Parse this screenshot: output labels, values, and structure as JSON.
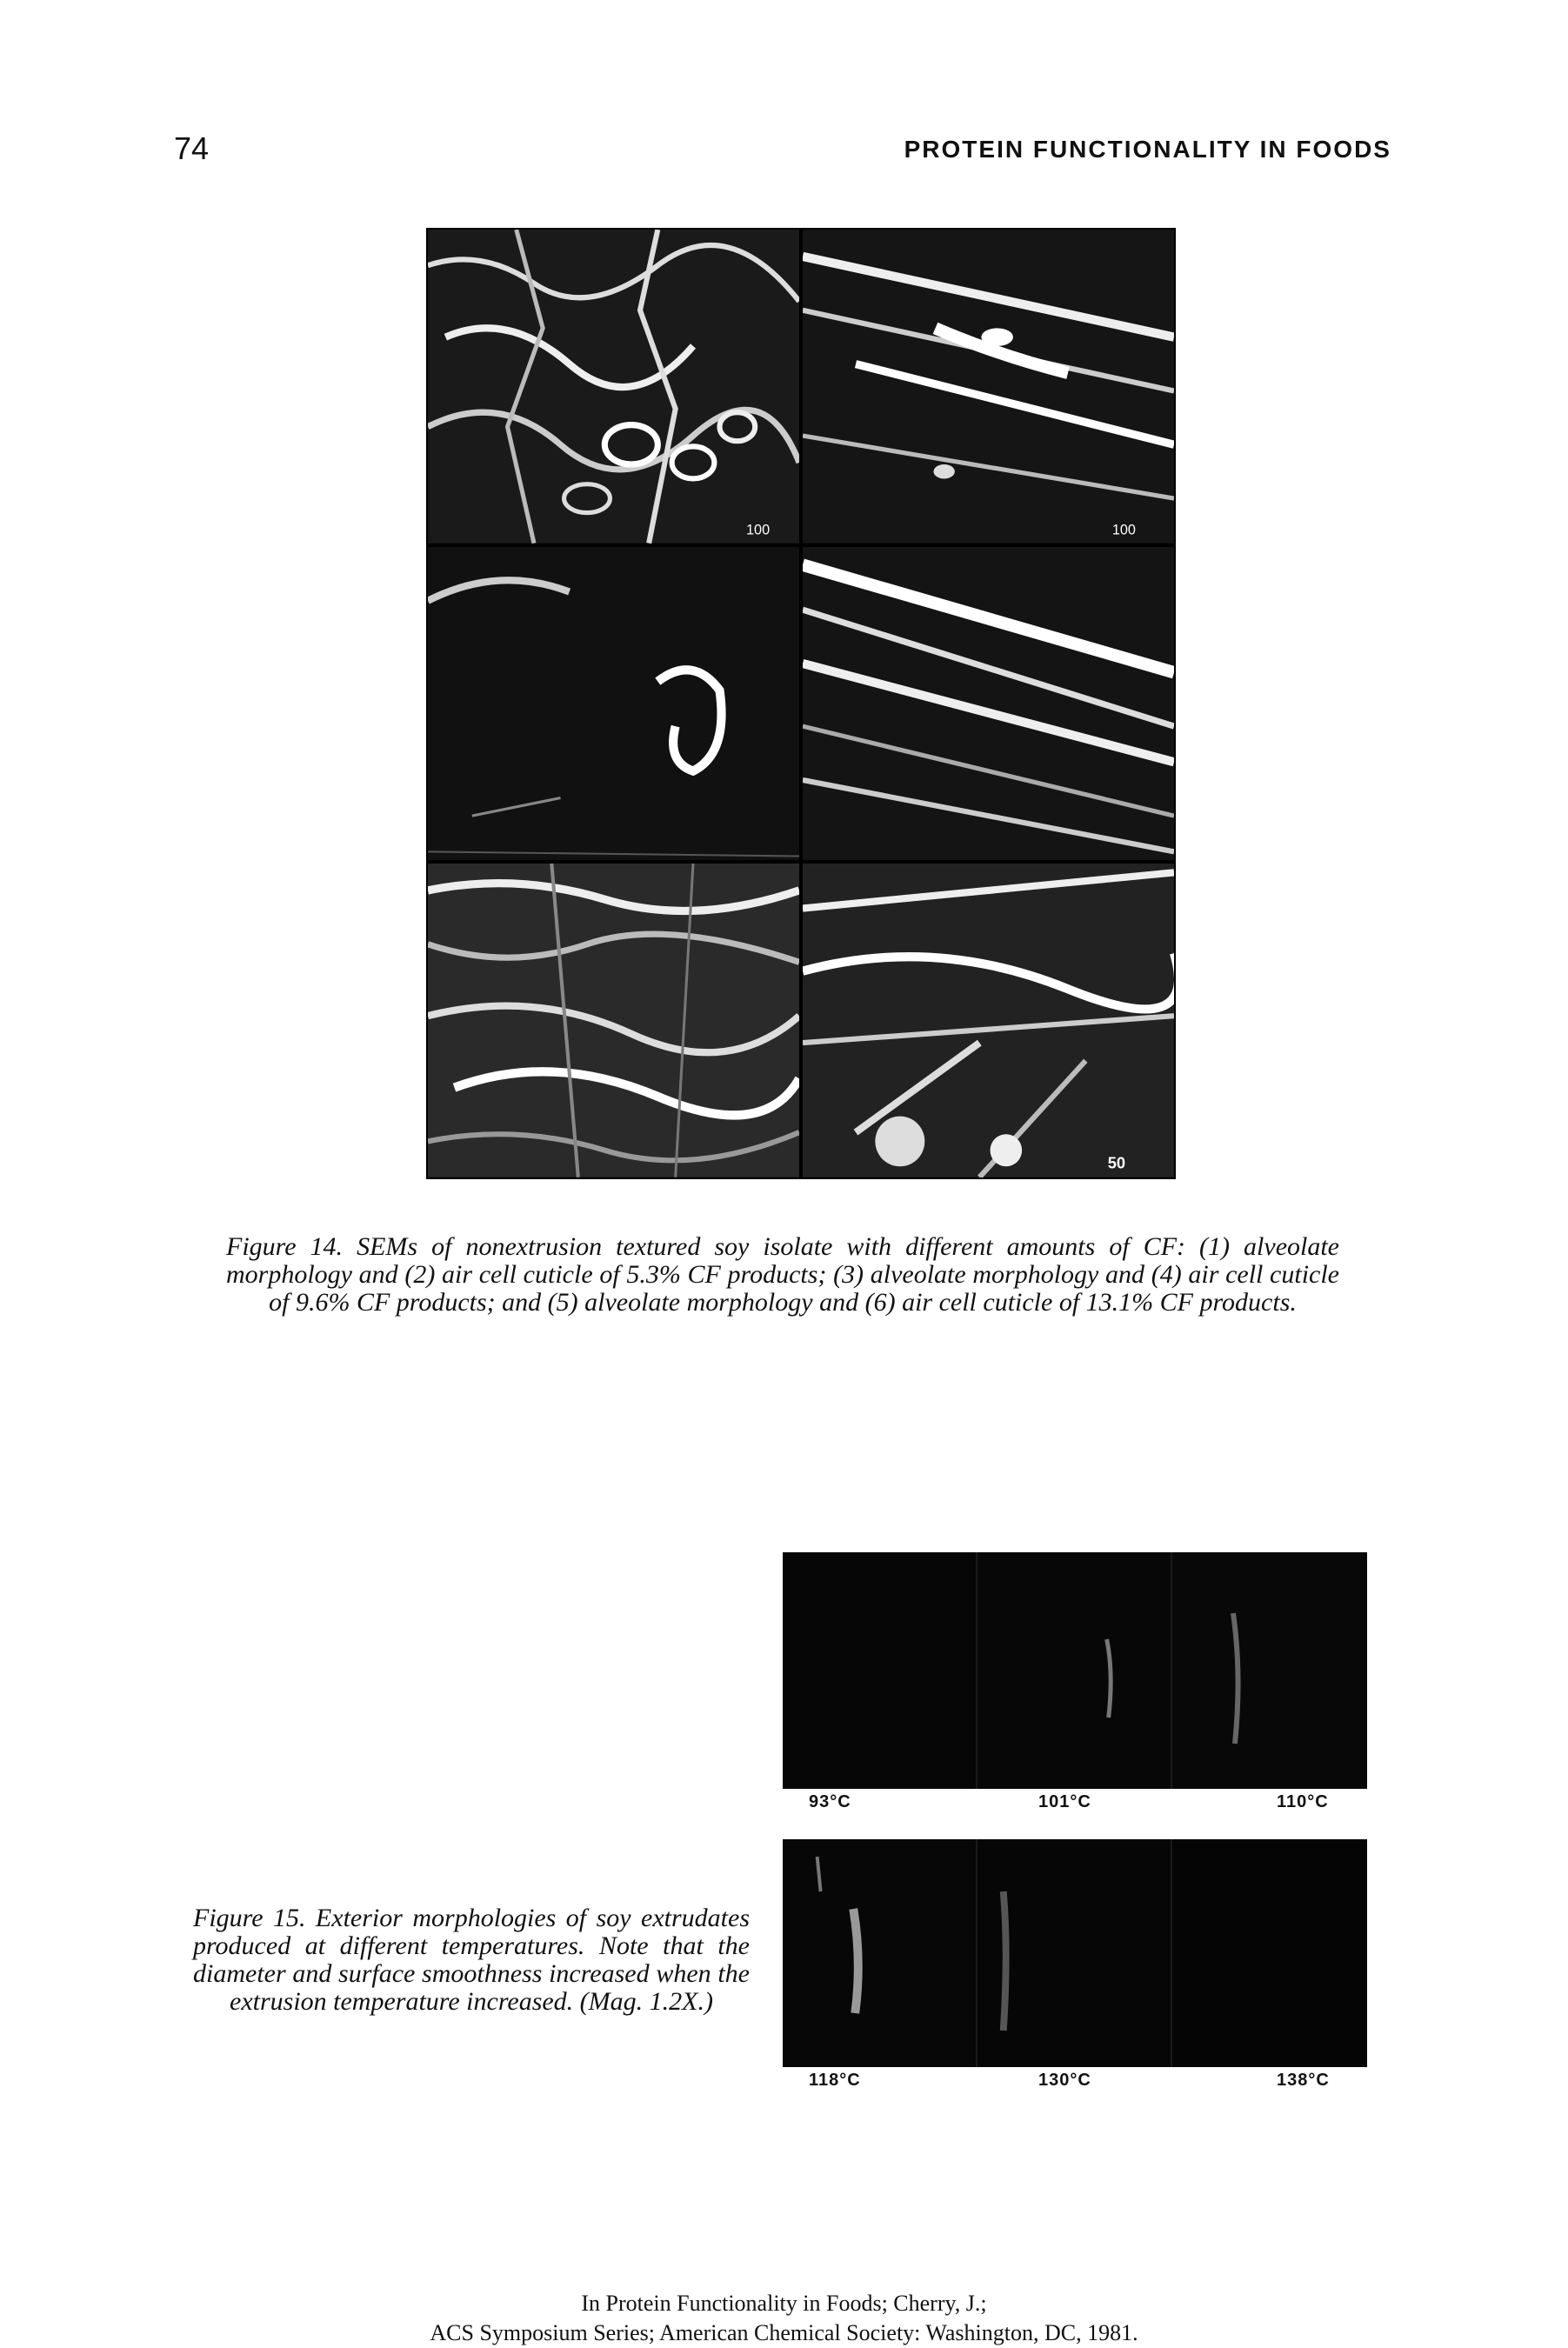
{
  "header": {
    "page_number": "74",
    "running_title": "PROTEIN FUNCTIONALITY IN FOODS"
  },
  "figure14": {
    "panels": [
      {
        "id": 1,
        "scale_label": "100"
      },
      {
        "id": 2,
        "scale_label": "100"
      },
      {
        "id": 3,
        "scale_label": ""
      },
      {
        "id": 4,
        "scale_label": ""
      },
      {
        "id": 5,
        "scale_label": ""
      },
      {
        "id": 6,
        "scale_label": "50"
      }
    ],
    "caption": "Figure 14.  SEMs of nonextrusion textured soy isolate with different amounts of CF: (1) alveolate morphology and (2) air cell cuticle of 5.3% CF products; (3) alveolate morphology and (4) air cell cuticle of 9.6% CF products; and (5) alveolate morphology and (6) air cell cuticle of 13.1% CF products."
  },
  "figure15": {
    "top_labels": [
      "93°C",
      "101°C",
      "110°C"
    ],
    "bottom_labels": [
      "118°C",
      "130°C",
      "138°C"
    ],
    "caption": "Figure 15.  Exterior morphologies of soy extrudates produced at different temperatures. Note that the diameter and surface smoothness increased when the extrusion temperature increased. (Mag. 1.2X.)"
  },
  "footer": {
    "line1": "In Protein Functionality in Foods; Cherry, J.;",
    "line2": "ACS Symposium Series; American Chemical Society: Washington, DC, 1981."
  }
}
